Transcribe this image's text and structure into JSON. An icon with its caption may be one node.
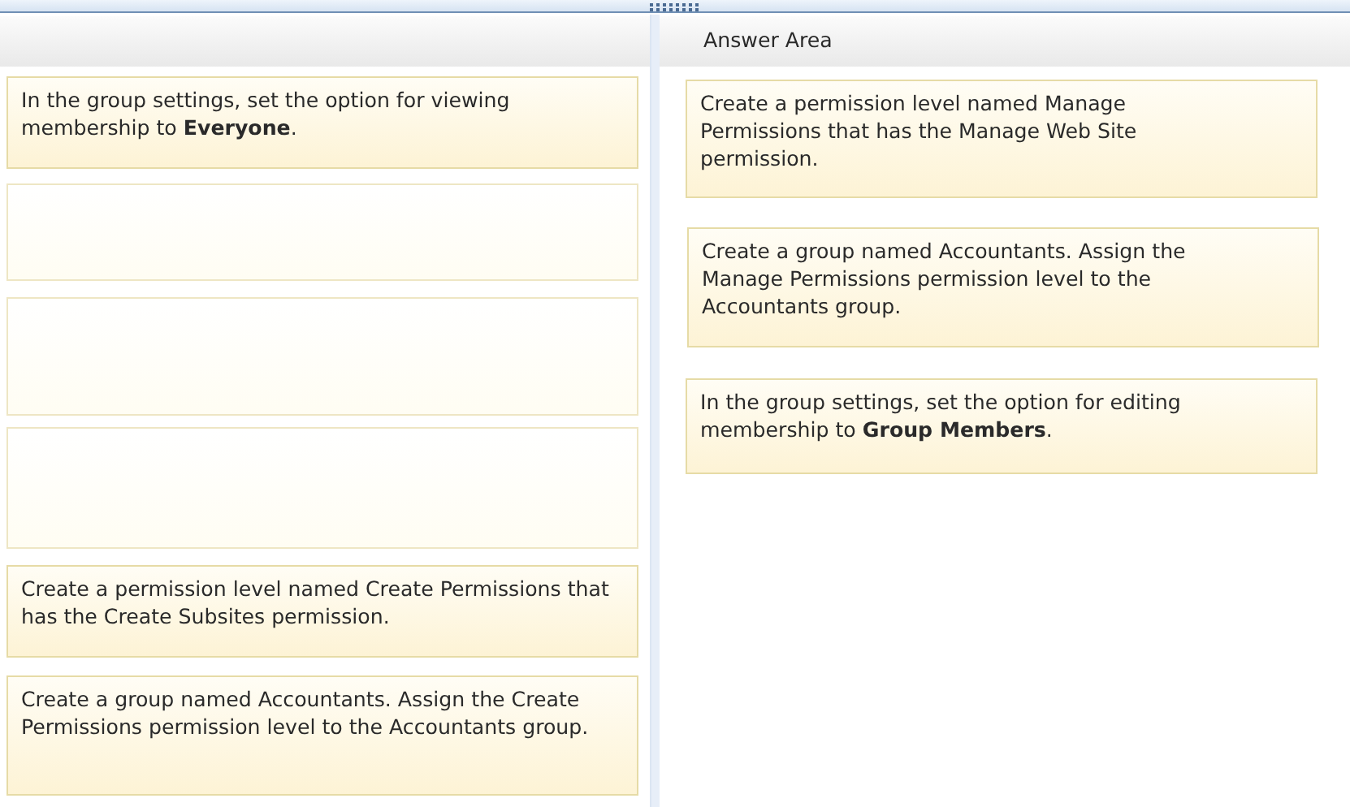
{
  "diagram": {
    "nodes": [
      {
        "text": [
          "In the group settings, set the option for viewing membership to **Everyone**."
        ]
      },
      {
        "text": [],
        "shape": "box"
      },
      {
        "text": [],
        "shape": "box"
      },
      {
        "text": [],
        "shape": "box"
      },
      {
        "text": [
          "Create a permission level named Create Permissions that has the Create Subsites permission."
        ]
      },
      {
        "text": [
          "Create a group named Accountants. Assign the Create Permissions permission level to the Accountants group."
        ]
      },
      {
        "text": [
          "Create a permission level named Manage Permissions that has the Manage Web Site permission."
        ]
      },
      {
        "text": [
          "Create a group named Accountants. Assign the Manage Permissions permission level to the Accountants group."
        ]
      },
      {
        "text": [
          "In the group settings, set the option for editing membership to **Group Members**."
        ]
      }
    ],
    "labels": [
      "Answer Area"
    ]
  }
}
